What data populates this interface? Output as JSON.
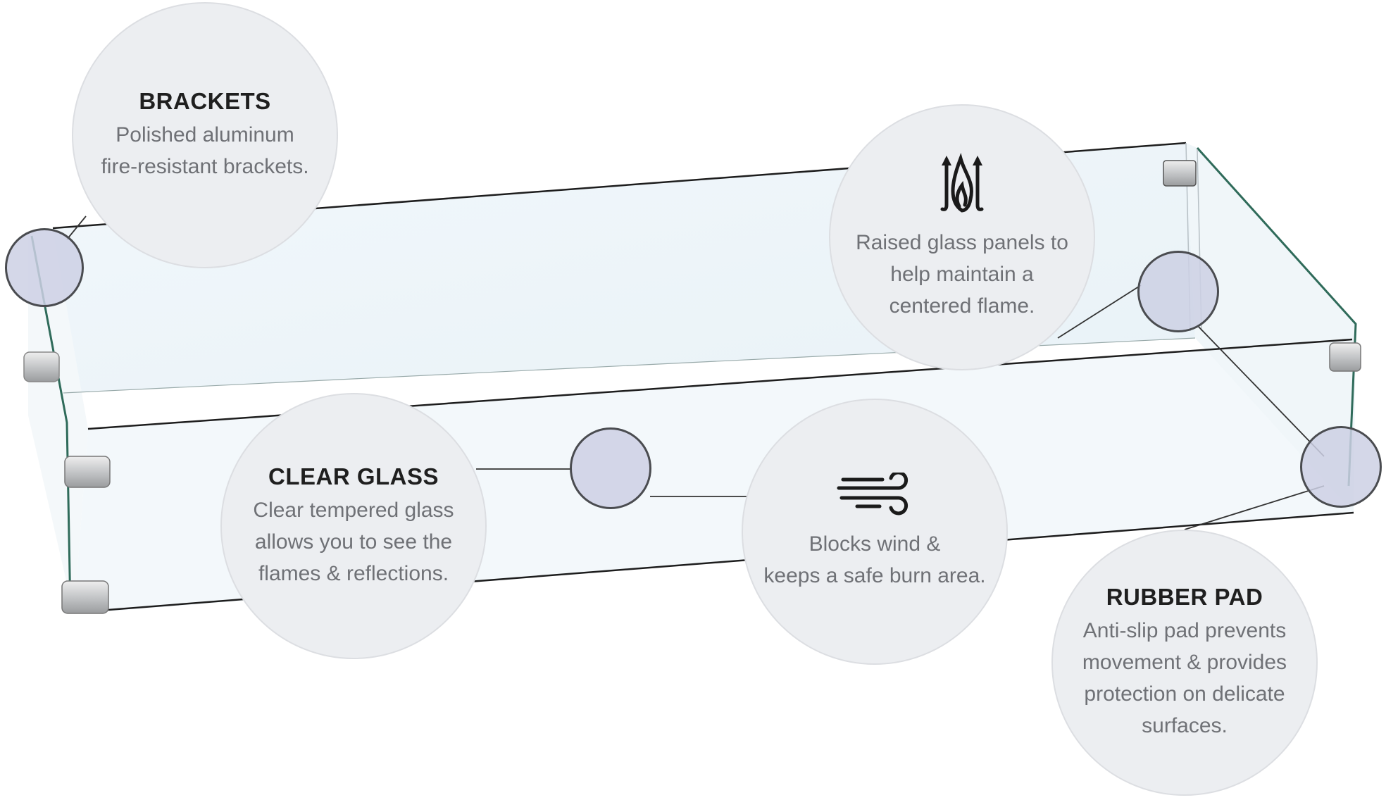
{
  "features": [
    {
      "id": "brackets",
      "title": "BRACKETS",
      "lines": [
        "Polished aluminum",
        "fire-resistant brackets."
      ],
      "icon": null
    },
    {
      "id": "raised-panels",
      "title": "",
      "lines": [
        "Raised glass panels to",
        "help maintain a",
        "centered flame."
      ],
      "icon": "flame-with-up-arrows-icon"
    },
    {
      "id": "clear-glass",
      "title": "CLEAR GLASS",
      "lines": [
        "Clear tempered glass",
        "allows you to see the",
        "flames & reflections."
      ],
      "icon": null
    },
    {
      "id": "wind-block",
      "title": "",
      "lines": [
        "Blocks wind &",
        "keeps a safe burn area."
      ],
      "icon": "wind-icon"
    },
    {
      "id": "rubber-pad",
      "title": "RUBBER PAD",
      "lines": [
        "Anti-slip pad prevents",
        "movement & provides",
        "protection on delicate",
        "surfaces."
      ],
      "icon": null
    }
  ],
  "colors": {
    "background": "#ffffff",
    "circle_fill": "#eceef1",
    "circle_border": "#dcdee2",
    "title_text": "#1f1f1f",
    "body_text": "#6f7176",
    "glass_tint": "#eef5f9",
    "glass_edge": "#2f6b5a",
    "callout_fill": "#cdd0e4",
    "callout_border": "#4a4c50",
    "bracket_metal": "#c9cbcd"
  }
}
